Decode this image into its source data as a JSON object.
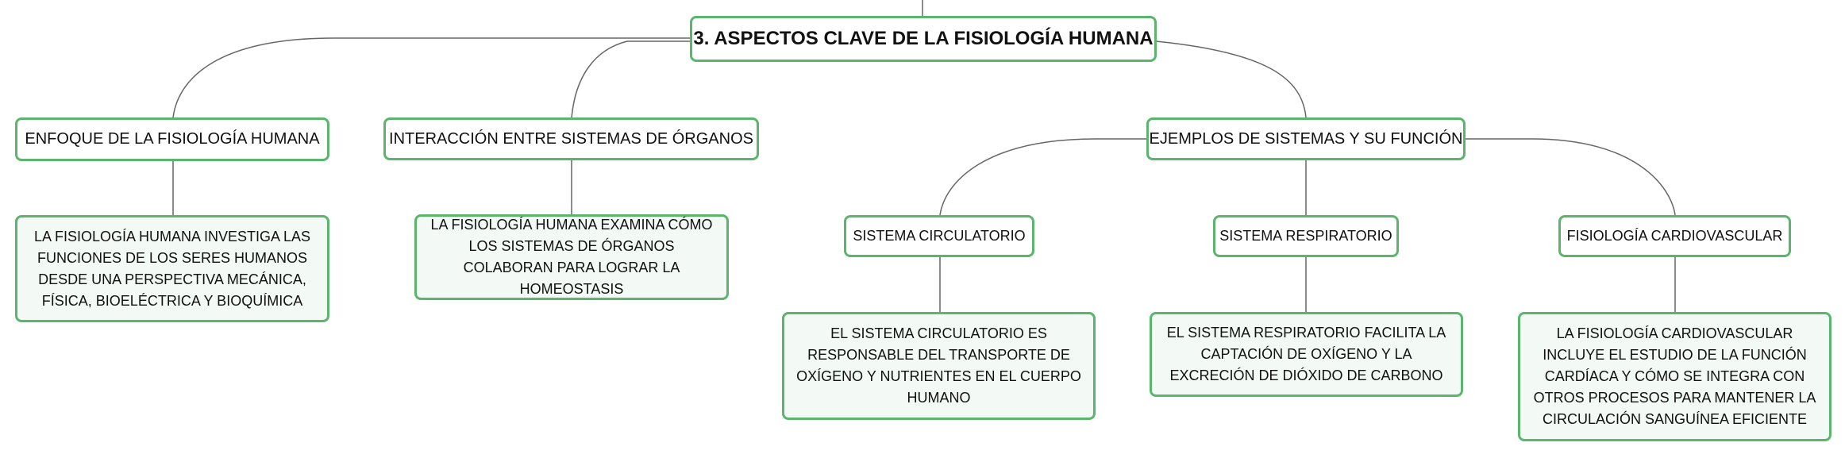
{
  "accent_color": "#5cb56d",
  "root": {
    "title": "3. ASPECTOS CLAVE DE LA FISIOLOGÍA HUMANA"
  },
  "branches": [
    {
      "label": "ENFOQUE DE LA FISIOLOGÍA HUMANA",
      "detail": "LA FISIOLOGÍA HUMANA INVESTIGA LAS FUNCIONES DE LOS SERES HUMANOS DESDE UNA PERSPECTIVA MECÁNICA, FÍSICA, BIOELÉCTRICA Y BIOQUÍMICA"
    },
    {
      "label": "INTERACCIÓN ENTRE SISTEMAS DE ÓRGANOS",
      "detail": "LA FISIOLOGÍA HUMANA EXAMINA CÓMO LOS SISTEMAS DE ÓRGANOS COLABORAN PARA LOGRAR LA HOMEOSTASIS"
    },
    {
      "label": "EJEMPLOS DE SISTEMAS Y SU FUNCIÓN",
      "children": [
        {
          "label": "SISTEMA CIRCULATORIO",
          "detail": "EL SISTEMA CIRCULATORIO ES RESPONSABLE DEL TRANSPORTE DE OXÍGENO Y NUTRIENTES EN EL CUERPO HUMANO"
        },
        {
          "label": "SISTEMA RESPIRATORIO",
          "detail": "EL SISTEMA RESPIRATORIO FACILITA LA CAPTACIÓN DE OXÍGENO Y LA EXCRECIÓN DE DIÓXIDO DE CARBONO"
        },
        {
          "label": "FISIOLOGÍA CARDIOVASCULAR",
          "detail": "LA FISIOLOGÍA CARDIOVASCULAR INCLUYE EL ESTUDIO DE LA FUNCIÓN CARDÍACA Y CÓMO SE INTEGRA CON OTROS PROCESOS PARA MANTENER LA CIRCULACIÓN SANGUÍNEA EFICIENTE"
        }
      ]
    }
  ]
}
